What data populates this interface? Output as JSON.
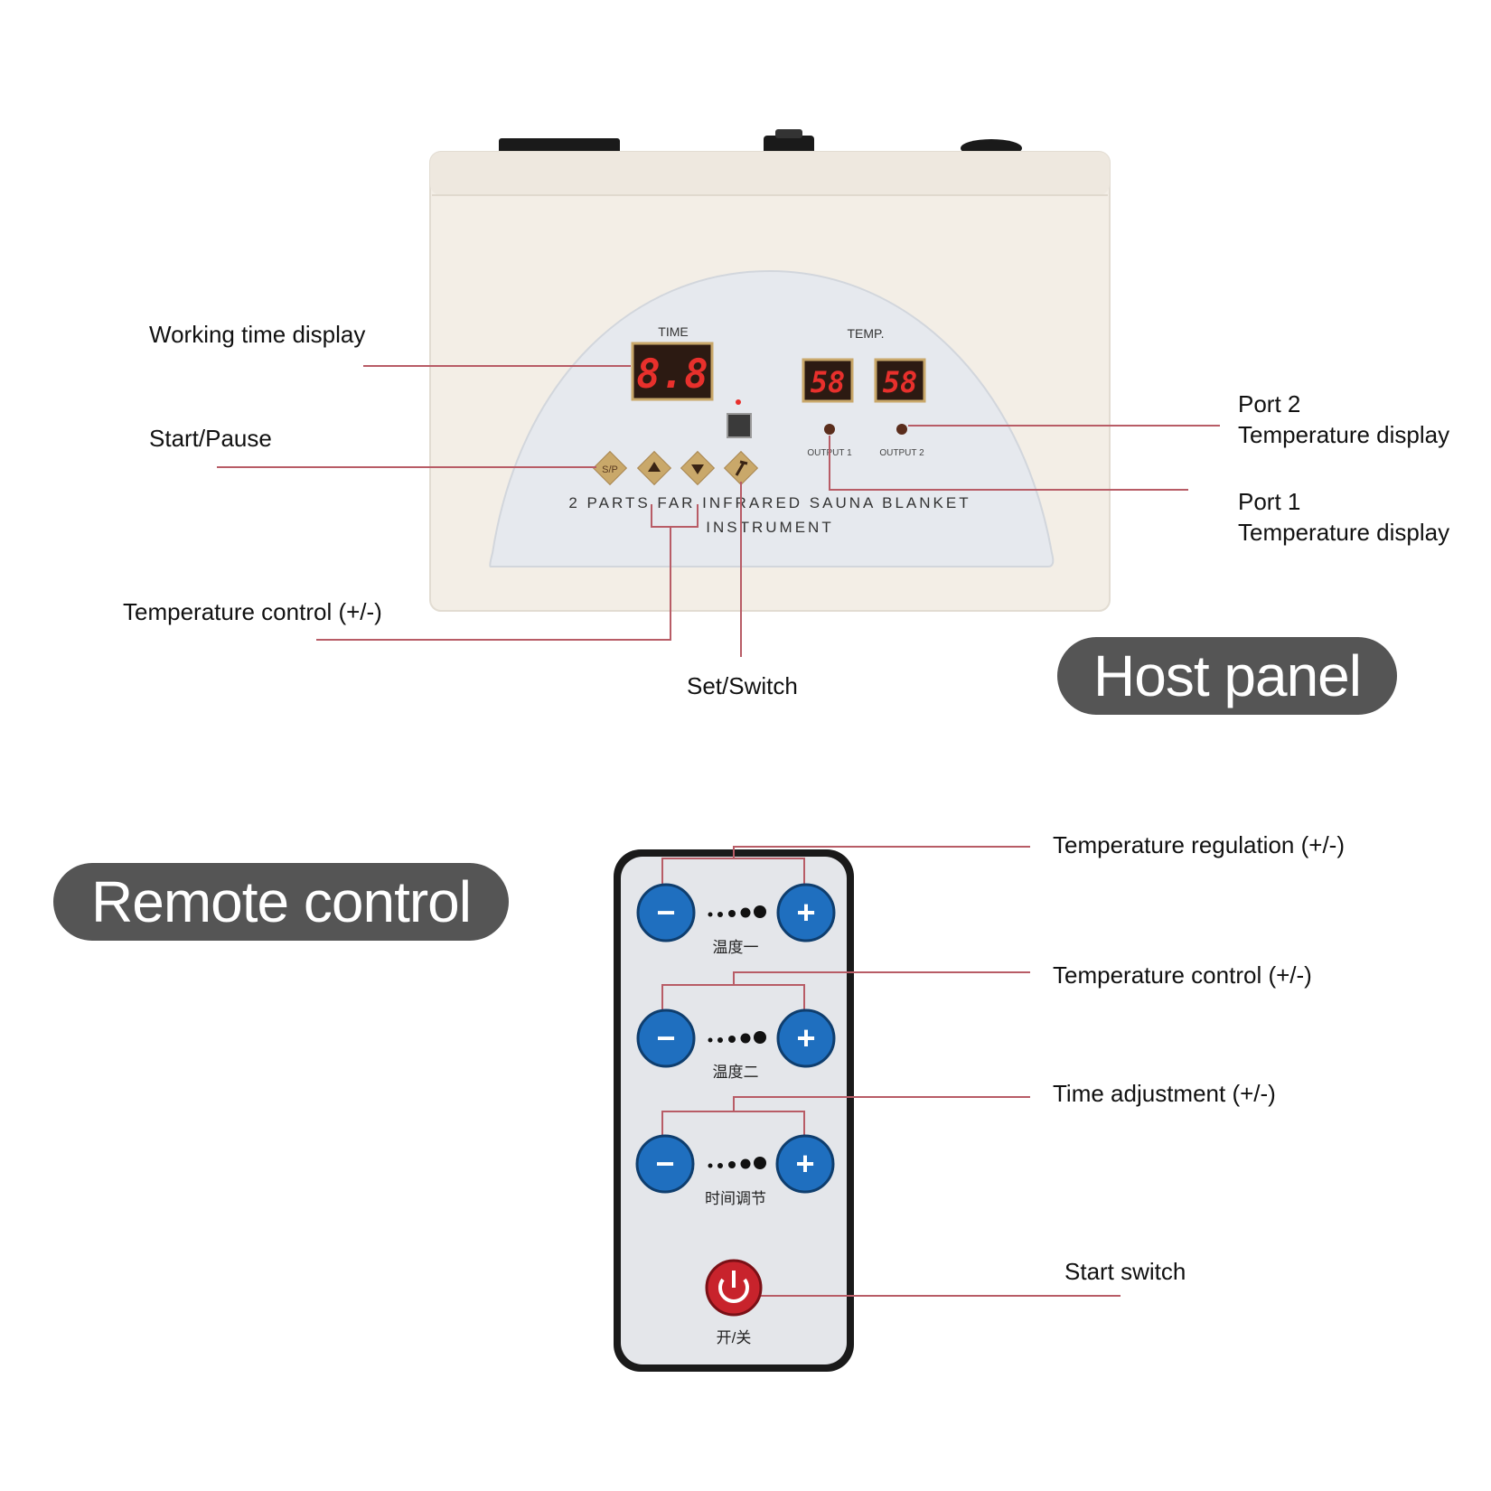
{
  "host": {
    "title": "Host panel",
    "time_heading": "TIME",
    "temp_heading": "TEMP.",
    "time_value": "8.8",
    "temp1_value": "58",
    "temp2_value": "58",
    "output1": "OUTPUT 1",
    "output2": "OUTPUT 2",
    "sp_button": "S/P",
    "product_line1": "2 PARTS FAR INFRARED SAUNA BLANKET",
    "product_line2": "INSTRUMENT",
    "labels": {
      "working_time": "Working time display",
      "start_pause": "Start/Pause",
      "temp_control": "Temperature control (+/-)",
      "set_switch": "Set/Switch",
      "port2_line1": "Port 2",
      "port2_line2": "Temperature display",
      "port1_line1": "Port 1",
      "port1_line2": "Temperature display"
    }
  },
  "remote": {
    "title": "Remote control",
    "minus": "−",
    "plus": "+",
    "row1_caption": "温度一",
    "row2_caption": "温度二",
    "row3_caption": "时间调节",
    "power_caption": "开/关",
    "labels": {
      "temp_regulation": "Temperature regulation (+/-)",
      "temp_control": "Temperature control (+/-)",
      "time_adjustment": "Time adjustment (+/-)",
      "start_switch": "Start switch"
    }
  },
  "colors": {
    "callout_line": "#b85c66",
    "pill_bg": "#555555",
    "remote_button": "#1f6fbf",
    "power_button": "#c8232c",
    "led": "#e8302c"
  }
}
